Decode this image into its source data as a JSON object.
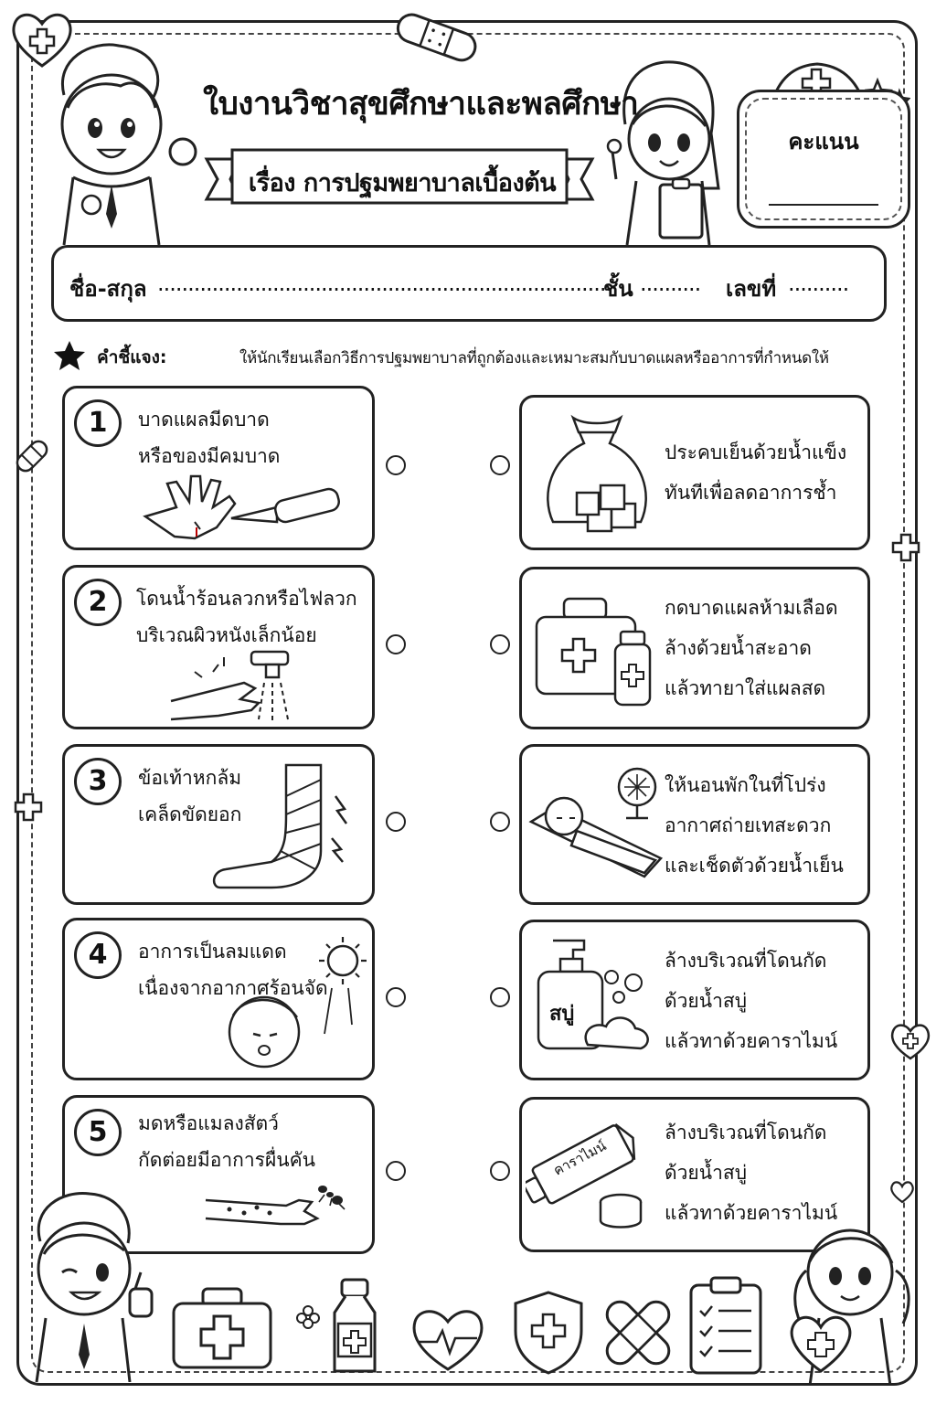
{
  "header": {
    "title": "ใบงานวิชาสุขศึกษาและพลศึกษา",
    "subtitle": "เรื่อง การปฐมพยาบาลเบื้องต้น"
  },
  "score": {
    "label": "คะแนน"
  },
  "student": {
    "name_label": "ชื่อ-สกุล",
    "name_dots": "...........................................................................",
    "class_label": "ชั้น",
    "class_dots": "..........",
    "number_label": "เลขที่",
    "number_dots": ".........."
  },
  "instruction": {
    "lead": "คำชี้แจง:",
    "text": "ให้นักเรียนเลือกวิธีการปฐมพยาบาลที่ถูกต้องและเหมาะสมกับบาดแผลหรืออาการที่กำหนดให้"
  },
  "questions": [
    {
      "number": "1",
      "line1": "บาดแผลมีดบาด",
      "line2": "หรือของมีคมบาด"
    },
    {
      "number": "2",
      "line1": "โดนน้ำร้อนลวกหรือไฟลวก",
      "line2": "บริเวณผิวหนังเล็กน้อย"
    },
    {
      "number": "3",
      "line1": "ข้อเท้าหกล้ม",
      "line2": "เคล็ดขัดยอก"
    },
    {
      "number": "4",
      "line1": "อาการเป็นลมแดด",
      "line2": "เนื่องจากอากาศร้อนจัด"
    },
    {
      "number": "5",
      "line1": "มดหรือแมลงสัตว์",
      "line2": "กัดต่อยมีอาการผื่นคัน"
    }
  ],
  "answers": [
    {
      "line1": "ประคบเย็นด้วยน้ำแข็ง",
      "line2": "ทันทีเพื่อลดอาการช้ำ",
      "line3": ""
    },
    {
      "line1": "กดบาดแผลห้ามเลือด",
      "line2": "ล้างด้วยน้ำสะอาด",
      "line3": "แล้วทายาใส่แผลสด"
    },
    {
      "line1": "ให้นอนพักในที่โปร่ง",
      "line2": "อากาศถ่ายเทสะดวก",
      "line3": "และเช็ดตัวด้วยน้ำเย็น"
    },
    {
      "line1": "ล้างบริเวณที่โดนกัด",
      "line2": "ด้วยน้ำสบู่",
      "line3": "แล้วทาด้วยคาราไมน์"
    },
    {
      "line1": "ล้างบริเวณที่โดนกัด",
      "line2": "ด้วยน้ำสบู่",
      "line3": "แล้วทาด้วยคาราไมน์"
    }
  ],
  "labels": {
    "soap": "สบู่",
    "calamine": "คาราไมน์"
  },
  "icons": [
    "heart-plus-icon",
    "bandage-icon",
    "nurse-cap-icon",
    "star-icon",
    "plus-icon",
    "first-aid-kit-icon",
    "medicine-bottle-icon",
    "heart-pulse-icon",
    "shield-cross-icon",
    "crossed-bandages-icon",
    "clipboard-checklist-icon"
  ]
}
